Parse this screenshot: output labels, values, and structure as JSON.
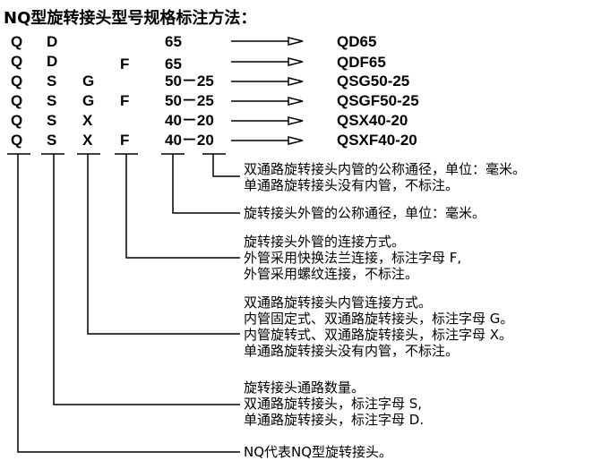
{
  "title": "NQ型旋转接头型号规格标注方法：",
  "rows": [
    {
      "c1": "Q",
      "c2": "D",
      "c3": "",
      "c4": "",
      "size": "65",
      "result": "QD65"
    },
    {
      "c1": "Q",
      "c2": "D",
      "c3": "",
      "c4": "F",
      "size": "65",
      "result": "QDF65"
    },
    {
      "c1": "Q",
      "c2": "S",
      "c3": "G",
      "c4": "",
      "size": "50－25",
      "result": "QSG50-25"
    },
    {
      "c1": "Q",
      "c2": "S",
      "c3": "G",
      "c4": "F",
      "size": "50－25",
      "result": "QSGF50-25"
    },
    {
      "c1": "Q",
      "c2": "S",
      "c3": "X",
      "c4": "",
      "size": "40－20",
      "result": "QSX40-20"
    },
    {
      "c1": "Q",
      "c2": "S",
      "c3": "X",
      "c4": "F",
      "size": "40－20",
      "result": "QSXF40-20"
    }
  ],
  "annotations": {
    "inner": [
      "双通路旋转接头内管的公称通径，单位：毫米。",
      "单通路旋转接头没有内管，不标注。"
    ],
    "outer": [
      "旋转接头外管的公称通径，单位：毫米。"
    ],
    "connection": [
      "旋转接头外管的连接方式。",
      "外管采用快换法兰连接，标注字母 F,",
      "外管采用螺纹连接，不标注。"
    ],
    "inner_type": [
      "双通路旋转接头内管连接方式。",
      "内管固定式、双通路旋转接头，标注字母 G。",
      "内管旋转式、双通路旋转接头，标注字母 X。",
      "单通路旋转接头没有内管，不标注。"
    ],
    "channels": [
      "旋转接头通路数量。",
      "双通路旋转接头，标注字母 S,",
      "单通路旋转接头，标注字母 D."
    ],
    "nq": [
      "NQ代表NQ型旋转接头。"
    ]
  }
}
